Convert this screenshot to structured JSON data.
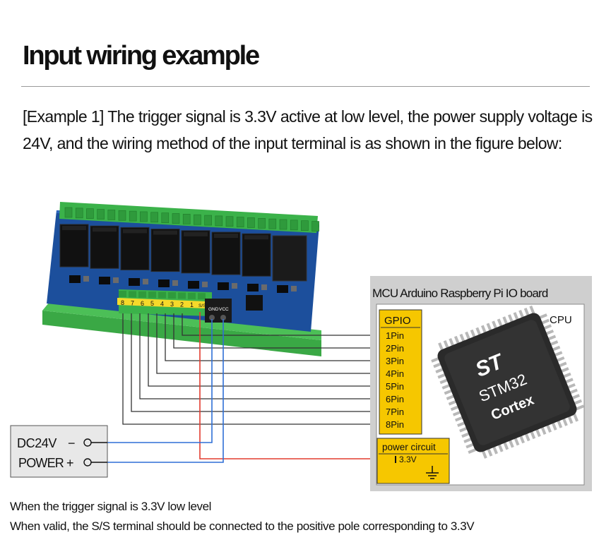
{
  "title": "Input wiring example",
  "intro": "[Example 1] The trigger signal is 3.3V active at low level, the power supply voltage is 24V, and the wiring method of the input terminal is as shown in the figure below:",
  "board": {
    "terminal_labels": [
      "8",
      "7",
      "6",
      "5",
      "4",
      "3",
      "2",
      "1",
      "S/S"
    ],
    "power_terminals": [
      "GND",
      "VCC"
    ]
  },
  "mcu": {
    "title": "MCU Arduino Raspberry Pi IO board",
    "gpio_label": "GPIO",
    "cpu_label": "CPU",
    "pins": [
      "1Pin",
      "2Pin",
      "3Pin",
      "4Pin",
      "5Pin",
      "6Pin",
      "7Pin",
      "8Pin"
    ],
    "power_label": "power circuit",
    "power_value": "3.3V",
    "chip_brand": "ST",
    "chip_model": "STM32",
    "chip_core": "Cortex"
  },
  "supply": {
    "line1": "DC24V",
    "line1_symbol": "−",
    "line2": "POWER",
    "line2_symbol": "+"
  },
  "footer": {
    "line1": "When the trigger signal is 3.3V low level",
    "line2": "When valid, the S/S terminal should be connected to the positive pole corresponding to 3.3V"
  },
  "colors": {
    "pcb": "#1c4f9c",
    "terminal_green": "#3bb24a",
    "relay": "#111111",
    "gpio_yellow": "#f6c700",
    "wire_red": "#e23b2e",
    "wire_blue": "#2f6fd6"
  }
}
